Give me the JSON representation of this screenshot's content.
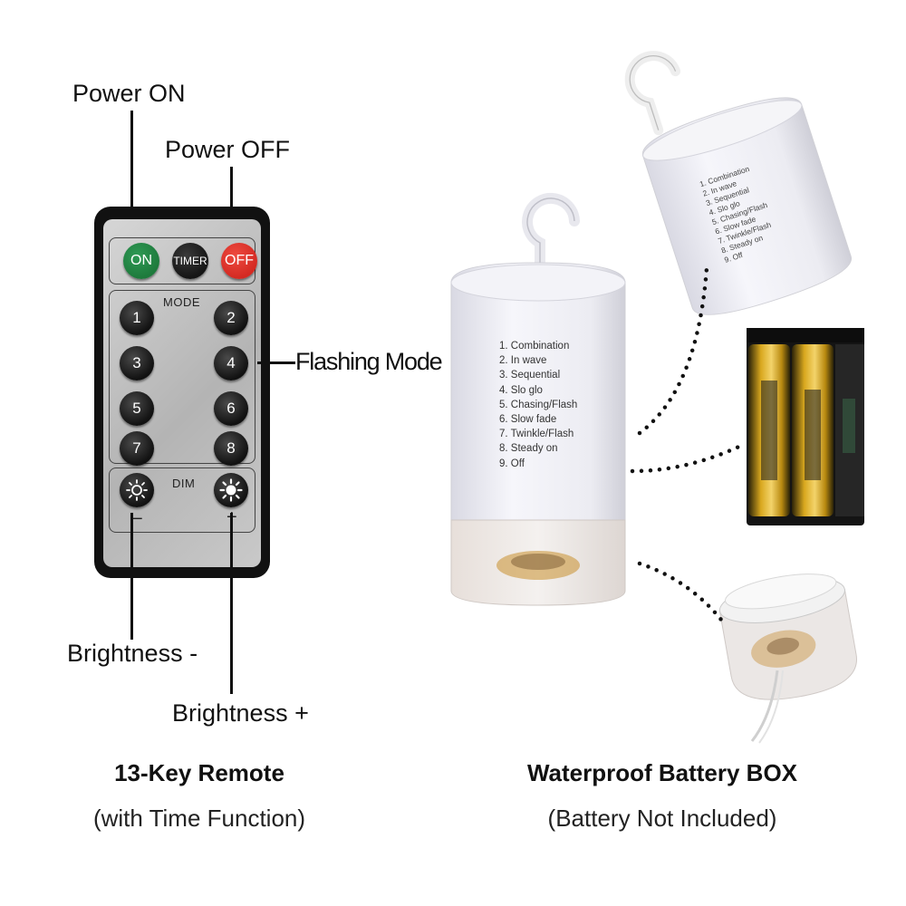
{
  "remote": {
    "callouts": {
      "power_on": "Power ON",
      "power_off": "Power OFF",
      "flashing_mode": "Flashing Mode",
      "brightness_minus": "Brightness -",
      "brightness_plus": "Brightness +"
    },
    "buttons": {
      "on": "ON",
      "timer": "TIMER",
      "off": "OFF",
      "mode_label": "MODE",
      "dim_label": "DIM",
      "modes": [
        "1",
        "2",
        "3",
        "4",
        "5",
        "6",
        "7",
        "8"
      ],
      "minus": "−",
      "plus": "+"
    },
    "colors": {
      "on": "#1e7a3c",
      "off": "#d42a22",
      "timer": "#151515"
    },
    "caption": {
      "title": "13-Key Remote",
      "subtitle": "(with Time Function)"
    }
  },
  "battery_box": {
    "modes": [
      "1. Combination",
      "2. In wave",
      "3. Sequential",
      "4. Slo glo",
      "5. Chasing/Flash",
      "6. Slow fade",
      "7. Twinkle/Flash",
      "8. Steady on",
      "9. Off"
    ],
    "caption": {
      "title": "Waterproof Battery BOX",
      "subtitle": "(Battery Not Included)"
    }
  }
}
